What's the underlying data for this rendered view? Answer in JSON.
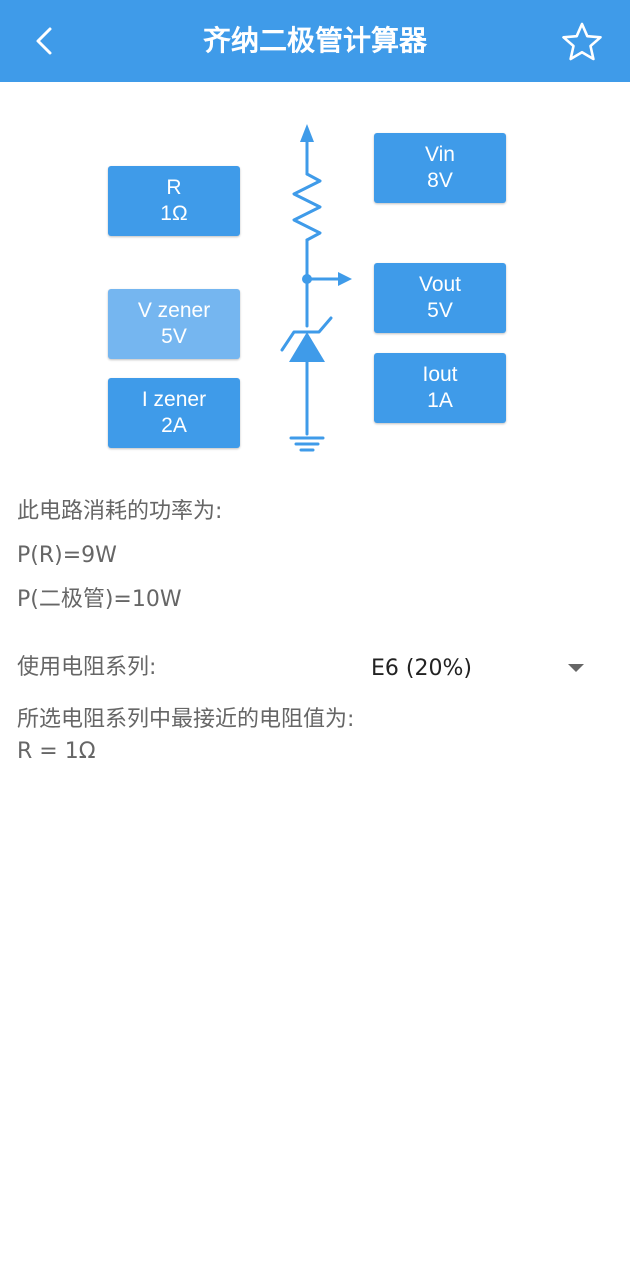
{
  "appbar": {
    "title": "齐纳二极管计算器",
    "back_icon": "chevron-left-icon",
    "favorite_icon": "star-outline-icon",
    "color": "#3f9be9"
  },
  "circuit": {
    "r": {
      "label": "R",
      "value": "1Ω"
    },
    "v_zener": {
      "label": "V zener",
      "value": "5V"
    },
    "i_zener": {
      "label": "I zener",
      "value": "2A"
    },
    "vin": {
      "label": "Vin",
      "value": "8V"
    },
    "vout": {
      "label": "Vout",
      "value": "5V"
    },
    "iout": {
      "label": "Iout",
      "value": "1A"
    }
  },
  "results": {
    "heading": "此电路消耗的功率为:",
    "p_r": "P(R)=9W",
    "p_diode": "P(二极管)=10W"
  },
  "series": {
    "label": "使用电阻系列:",
    "selected": "E6 (20%)"
  },
  "closest": {
    "heading": "所选电阻系列中最接近的电阻值为:",
    "value": "R = 1Ω"
  }
}
